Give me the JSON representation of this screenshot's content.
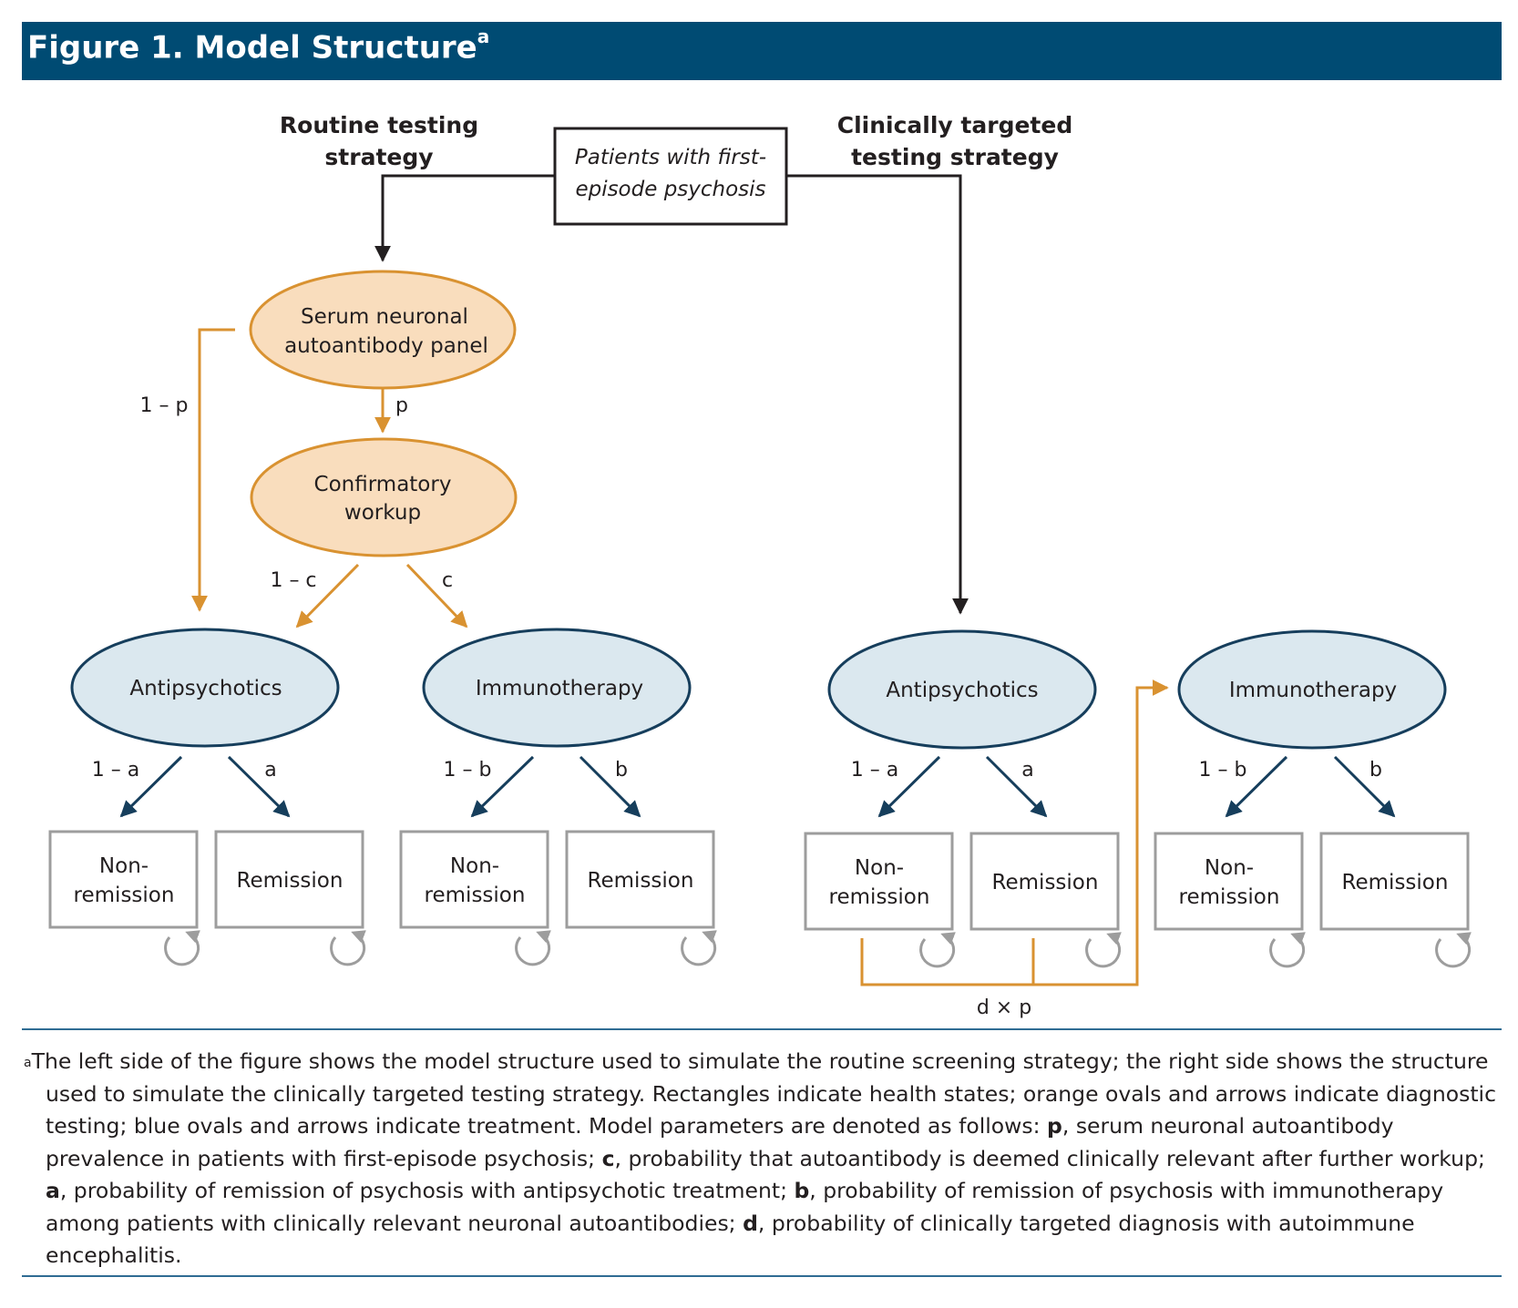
{
  "title": {
    "text": "Figure 1. Model Structure",
    "sup": "a"
  },
  "strategies": {
    "routine": [
      "Routine testing",
      "strategy"
    ],
    "targeted": [
      "Clinically targeted",
      "testing strategy"
    ]
  },
  "start_node": [
    "Patients with first-",
    "episode psychosis"
  ],
  "testing_nodes": {
    "serum": [
      "Serum neuronal",
      "autoantibody panel"
    ],
    "confirmatory": [
      "Confirmatory",
      "workup"
    ]
  },
  "treatment_nodes": {
    "antipsychotics": "Antipsychotics",
    "immunotherapy": "Immunotherapy"
  },
  "states": {
    "nonremission": [
      "Non-",
      "remission"
    ],
    "remission": "Remission"
  },
  "params": {
    "one_minus_p": "1 – p",
    "p": "p",
    "one_minus_c": "1 – c",
    "c": "c",
    "one_minus_a": "1 – a",
    "a": "a",
    "one_minus_b": "1 – b",
    "b": "b",
    "d_times_p": "d × p"
  },
  "colors": {
    "title_bg": "#004b73",
    "testing_fill": "#f9ddbd",
    "testing_stroke": "#d99231",
    "treatment_fill": "#dbe8ef",
    "treatment_stroke": "#163e5c",
    "state_stroke": "#9d9d9d",
    "black_arrow": "#231f20"
  },
  "footnote": {
    "mark": "a",
    "intro": "The left side of the figure shows the model structure used to simulate the routine screening strategy; the right side shows the structure used to simulate the clinically targeted testing strategy. Rectangles indicate health states; orange ovals and arrows indicate diagnostic testing; blue ovals and arrows indicate treatment. Model parameters are denoted as follows: ",
    "p_key": "p",
    "p_text": ", serum neuronal autoantibody prevalence in patients with first-episode psychosis; ",
    "c_key": "c",
    "c_text": ", probability that autoantibody is deemed clinically relevant after further workup; ",
    "a_key": "a",
    "a_text": ", probability of remission of psychosis with antipsychotic treatment; ",
    "b_key": "b",
    "b_text": ", probability of remission of psychosis with immunotherapy among patients with clinically relevant neuronal autoantibodies; ",
    "d_key": "d",
    "d_text": ", probability of clinically targeted diagnosis with autoimmune encephalitis."
  }
}
